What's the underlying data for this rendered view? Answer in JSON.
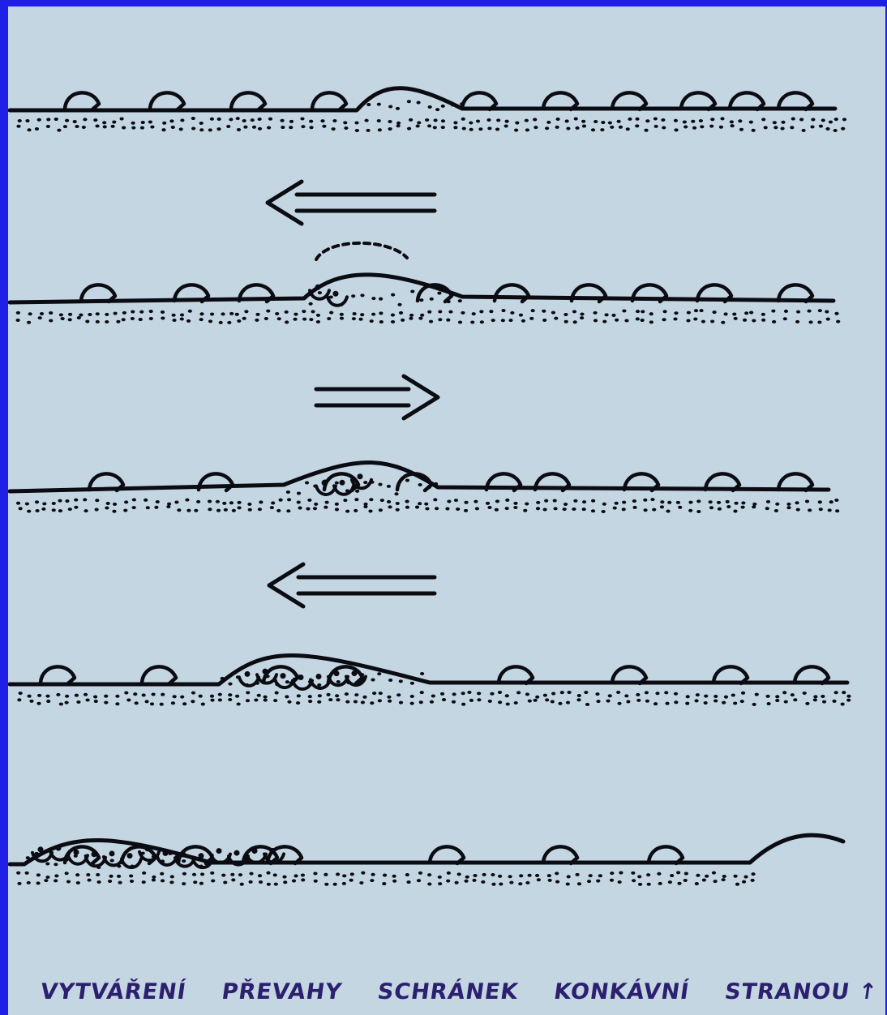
{
  "caption": {
    "words": [
      "VYTVÁŘENÍ",
      "PŘEVAHY",
      "SCHRÁNEK",
      "KONKÁVNÍ",
      "STRANOU ↑"
    ]
  },
  "colors": {
    "background_border": "#1f1fe6",
    "paper": "#c4d6e2",
    "ink": "#0b0b12",
    "caption_ink": "#2b1f6e"
  },
  "profiles": [
    {
      "stage": 1,
      "mound": "center",
      "arrow_after": "left"
    },
    {
      "stage": 2,
      "mound": "center-left",
      "arrow_after": "right"
    },
    {
      "stage": 3,
      "mound": "center",
      "arrow_after": "left"
    },
    {
      "stage": 4,
      "mound": "left-center",
      "arrow_after": null
    },
    {
      "stage": 5,
      "mound": "left",
      "arrow_after": null
    }
  ],
  "arrows": [
    {
      "direction": "left",
      "icon": "double-arrow-left-icon"
    },
    {
      "direction": "right",
      "icon": "double-arrow-right-icon"
    },
    {
      "direction": "left",
      "icon": "double-arrow-left-icon"
    }
  ]
}
